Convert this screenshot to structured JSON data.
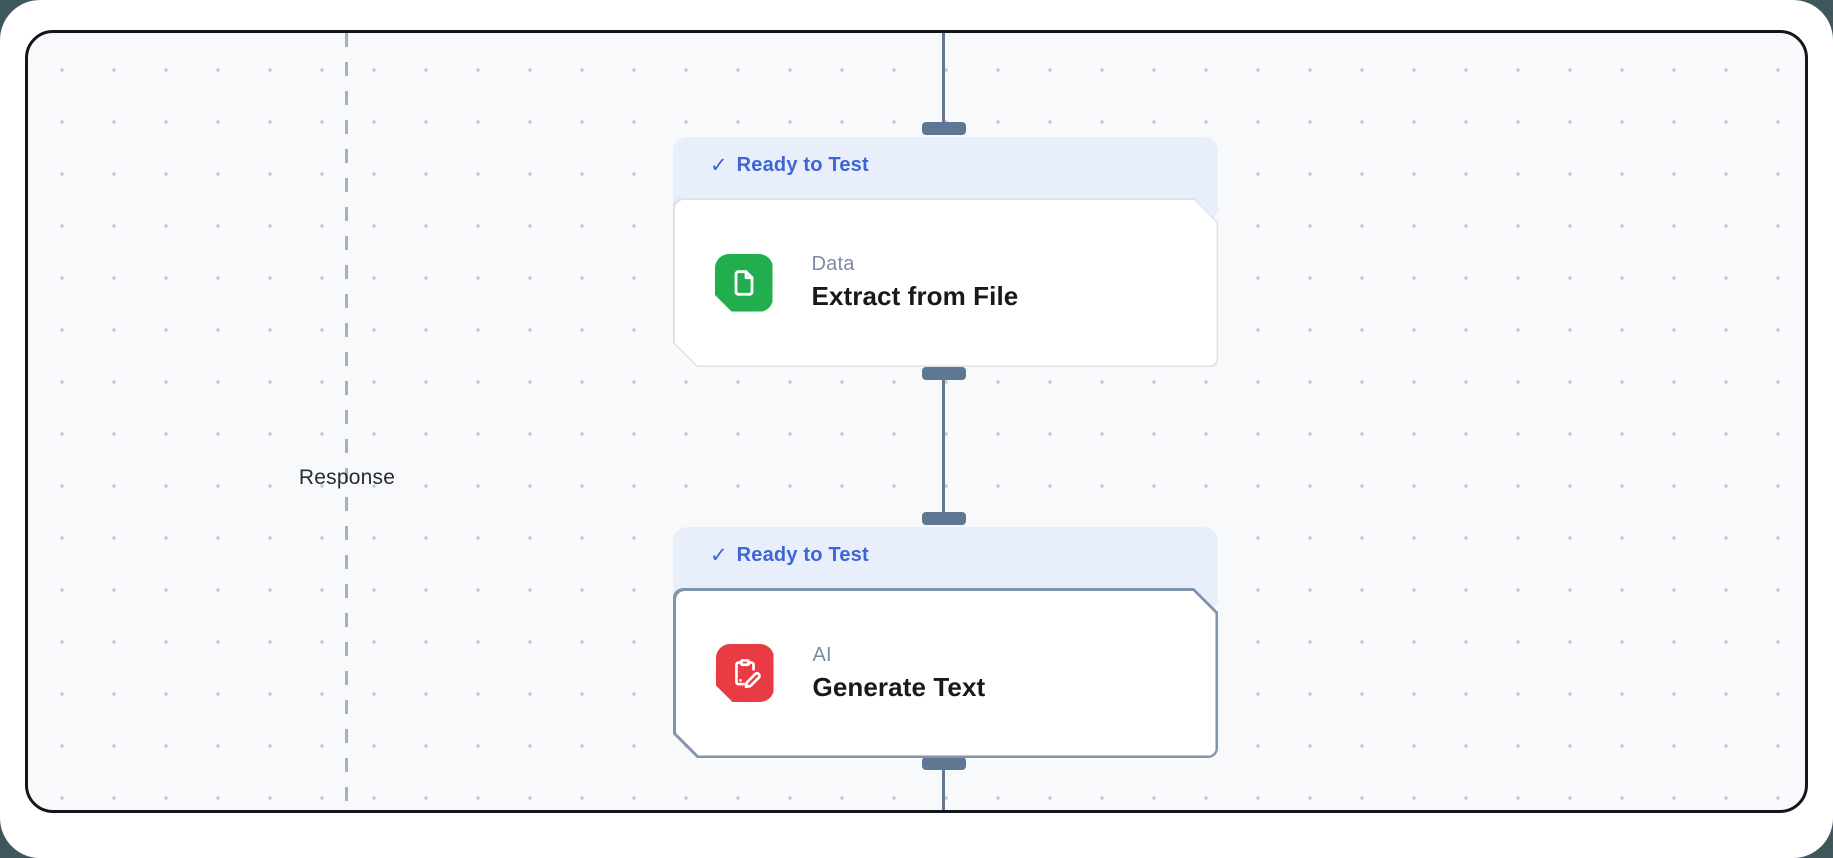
{
  "canvas": {
    "lane_label": "Response",
    "background": "#f8f9fb",
    "dot_color": "#c8cdd8",
    "border_color": "#14161b",
    "edge_color": "#64798f",
    "handle_color": "#5f7792"
  },
  "badge": {
    "check_icon": "✓",
    "color": "#3e65d8",
    "background": "#e9eefb"
  },
  "nodes": [
    {
      "status": "Ready to Test",
      "category": "Data",
      "title": "Extract from File",
      "icon": "file-icon",
      "accent": "#22ad4e",
      "glow": "rgba(74,222,128,0.55)"
    },
    {
      "status": "Ready to Test",
      "category": "AI",
      "title": "Generate Text",
      "icon": "clipboard-edit-icon",
      "accent": "#e93b43",
      "glow": "rgba(248,113,113,0.55)"
    }
  ]
}
